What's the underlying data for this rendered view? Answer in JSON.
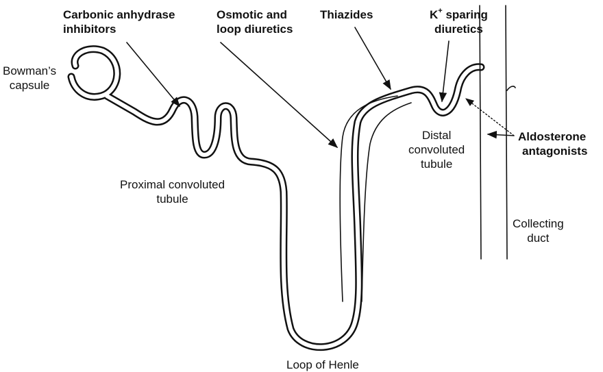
{
  "drugs": {
    "carbonic": [
      "Carbonic anhydrase",
      "inhibitors"
    ],
    "osmotic": [
      "Osmotic and",
      "loop diuretics"
    ],
    "thiazides": "Thiazides",
    "ksparing": {
      "k": "K",
      "sup": "+",
      "rest": " sparing",
      "line2": "diuretics"
    },
    "aldosterone": [
      "Aldosterone",
      "antagonists"
    ]
  },
  "structures": {
    "bowman": [
      "Bowman’s",
      "capsule"
    ],
    "proximal": [
      "Proximal convoluted",
      "tubule"
    ],
    "distal": [
      "Distal",
      "convoluted",
      "tubule"
    ],
    "collecting": [
      "Collecting",
      "duct"
    ],
    "loop": "Loop of Henle"
  },
  "colors": {
    "ink": "#111111",
    "background": "#ffffff"
  }
}
